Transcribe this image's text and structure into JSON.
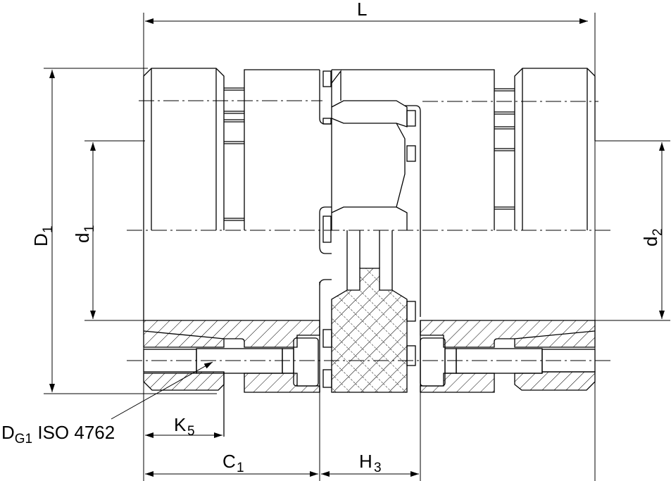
{
  "drawing": {
    "type": "technical-section-drawing",
    "subject": "shaft coupling with elastomer insert and clamping screws",
    "dimensions": {
      "L": {
        "main": "L",
        "sub": ""
      },
      "D1": {
        "main": "D",
        "sub": "1"
      },
      "d1": {
        "main": "d",
        "sub": "1"
      },
      "d2": {
        "main": "d",
        "sub": "2"
      },
      "K5": {
        "main": "K",
        "sub": "5"
      },
      "C1": {
        "main": "C",
        "sub": "1"
      },
      "H3": {
        "main": "H",
        "sub": "3"
      }
    },
    "callout": {
      "main": "D",
      "sub": "G1",
      "rest": " ISO 4762"
    }
  },
  "colors": {
    "line": "#000000",
    "background": "#ffffff"
  }
}
